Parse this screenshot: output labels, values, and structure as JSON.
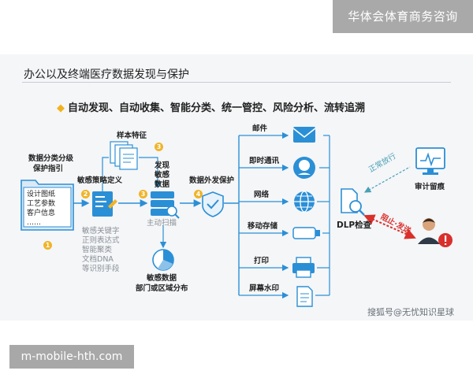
{
  "header": {
    "brand": "华体会体育商务咨询"
  },
  "footer": {
    "domain": "m-mobile-hth.com"
  },
  "diagram": {
    "title": "办公以及终端医疗数据发现与保护",
    "subtitle": "自动发现、自动收集、智能分类、统一管控、风险分析、流转追溯",
    "guide_label_1": "数据分类分级",
    "guide_label_2": "保护指引",
    "doc_lines": [
      "设计图纸",
      "工艺参数",
      "客户信息",
      "……"
    ],
    "step_numbers": [
      "1",
      "2",
      "3",
      "3",
      "4"
    ],
    "policy_label": "敏感策略定义",
    "means": [
      "敏感关键字",
      "正则表达式",
      "智能聚类",
      "文档DNA",
      "等识别手段"
    ],
    "sample_label": "样本特征",
    "discover_label": [
      "发现",
      "敏感",
      "数据"
    ],
    "scan_label": "主动扫描",
    "distribution_label": [
      "敏感数据",
      "部门或区域分布"
    ],
    "outbound_label": "数据外发保护",
    "channels": [
      "邮件",
      "即时通讯",
      "网络",
      "移动存储",
      "打印",
      "屏幕水印"
    ],
    "dlp_label": "DLP检查",
    "allow_label": "正常放行",
    "audit_label": "审计留痕",
    "block_label": "阻止·发送",
    "watermark": "搜狐号@无忧知识星球",
    "colors": {
      "blue": "#2b8fd6",
      "yellow": "#f0b429",
      "red": "#d9302c",
      "teal": "#4a9fb5"
    }
  }
}
